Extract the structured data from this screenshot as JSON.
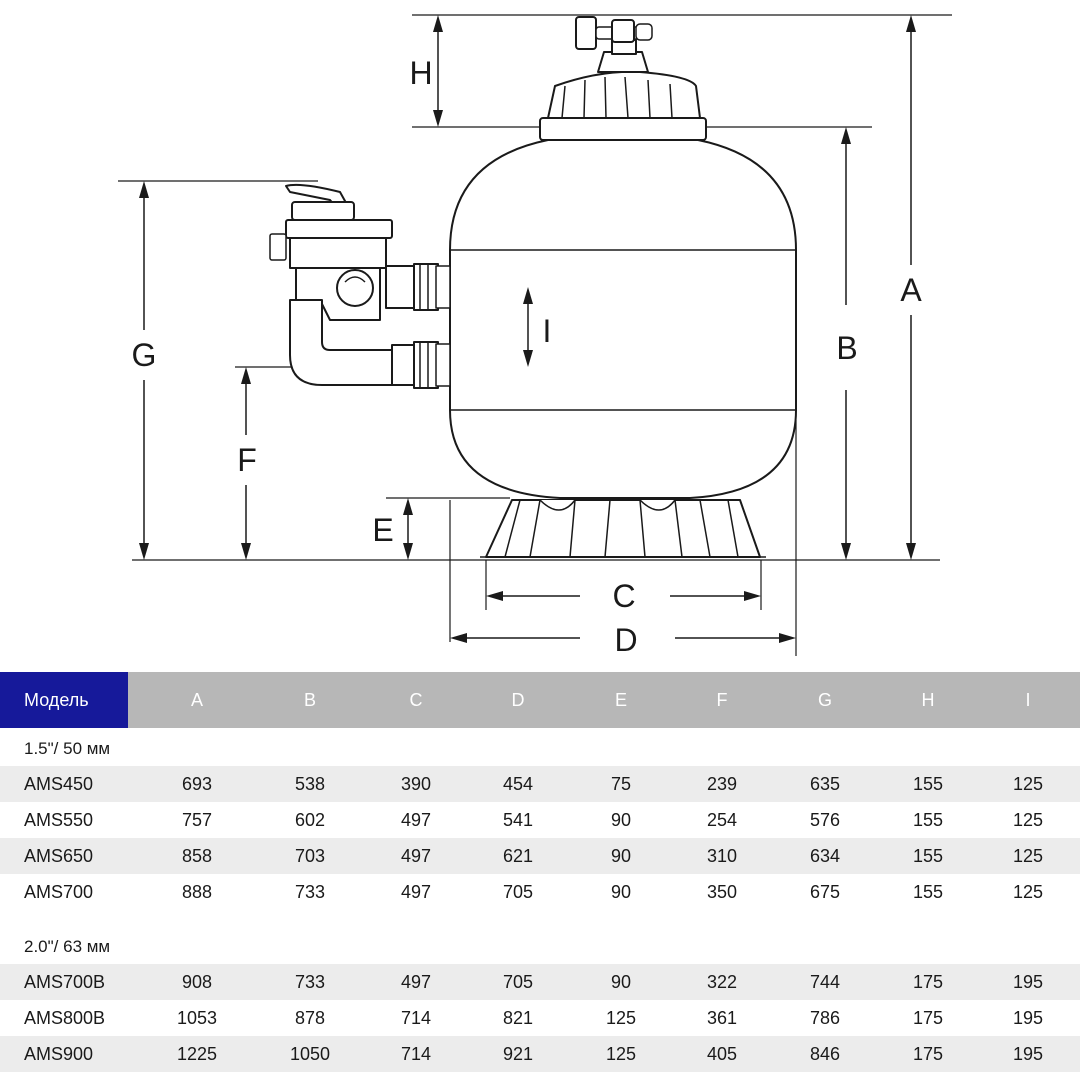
{
  "diagram": {
    "dimension_labels": {
      "A": "A",
      "B": "B",
      "C": "C",
      "D": "D",
      "E": "E",
      "F": "F",
      "G": "G",
      "H": "H",
      "I": "I"
    }
  },
  "table": {
    "model_header": "Модель",
    "columns": [
      "A",
      "B",
      "C",
      "D",
      "E",
      "F",
      "G",
      "H",
      "I"
    ],
    "groups": [
      {
        "label": "1.5\"/ 50 мм",
        "rows": [
          {
            "model": "AMS450",
            "values": [
              "693",
              "538",
              "390",
              "454",
              "75",
              "239",
              "635",
              "155",
              "125"
            ]
          },
          {
            "model": "AMS550",
            "values": [
              "757",
              "602",
              "497",
              "541",
              "90",
              "254",
              "576",
              "155",
              "125"
            ]
          },
          {
            "model": "AMS650",
            "values": [
              "858",
              "703",
              "497",
              "621",
              "90",
              "310",
              "634",
              "155",
              "125"
            ]
          },
          {
            "model": "AMS700",
            "values": [
              "888",
              "733",
              "497",
              "705",
              "90",
              "350",
              "675",
              "155",
              "125"
            ]
          }
        ]
      },
      {
        "label": "2.0\"/ 63 мм",
        "rows": [
          {
            "model": "AMS700B",
            "values": [
              "908",
              "733",
              "497",
              "705",
              "90",
              "322",
              "744",
              "175",
              "195"
            ]
          },
          {
            "model": "AMS800B",
            "values": [
              "1053",
              "878",
              "714",
              "821",
              "125",
              "361",
              "786",
              "175",
              "195"
            ]
          },
          {
            "model": "AMS900",
            "values": [
              "1225",
              "1050",
              "714",
              "921",
              "125",
              "405",
              "846",
              "175",
              "195"
            ]
          }
        ]
      }
    ]
  }
}
